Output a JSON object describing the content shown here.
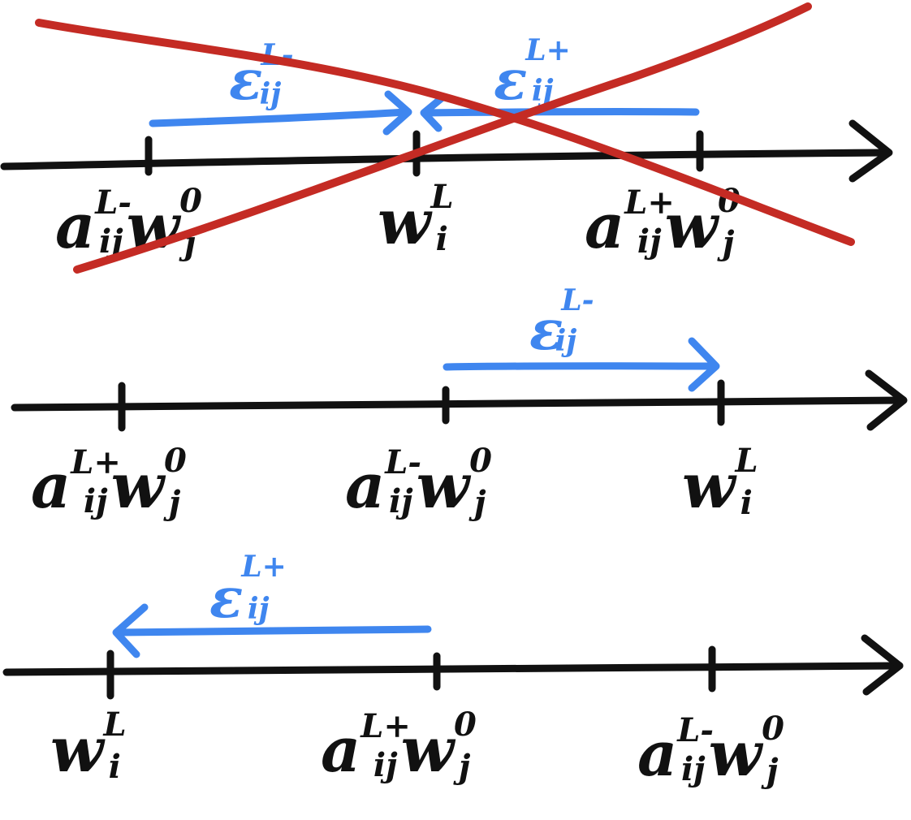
{
  "colors": {
    "axis": "#111111",
    "epsilon": "#3f86ef",
    "cross": "#c42b24",
    "background": "#ffffff"
  },
  "diagram": {
    "panels": [
      {
        "id": "panel-1",
        "crossed_out": true,
        "order": [
          "a_minus_w",
          "w",
          "a_plus_w"
        ],
        "labels": {
          "left": {
            "base": "a",
            "sup": "L-",
            "sub": "ij",
            "base2": "w",
            "sup2": "0",
            "sub2": "j"
          },
          "middle": {
            "base": "w",
            "sup": "L",
            "sub": "i"
          },
          "right": {
            "base": "a",
            "sup": "L+",
            "sub": "ij",
            "base2": "w",
            "sup2": "0",
            "sub2": "j"
          }
        },
        "epsilons": [
          {
            "base": "ε",
            "sup": "L-",
            "sub": "ij",
            "direction": "right"
          },
          {
            "base": "ε",
            "sup": "L+",
            "sub": "ij",
            "direction": "left"
          }
        ]
      },
      {
        "id": "panel-2",
        "crossed_out": false,
        "order": [
          "a_plus_w",
          "a_minus_w",
          "w"
        ],
        "labels": {
          "left": {
            "base": "a",
            "sup": "L+",
            "sub": "ij",
            "base2": "w",
            "sup2": "0",
            "sub2": "j"
          },
          "middle": {
            "base": "a",
            "sup": "L-",
            "sub": "ij",
            "base2": "w",
            "sup2": "0",
            "sub2": "j"
          },
          "right": {
            "base": "w",
            "sup": "L",
            "sub": "i"
          }
        },
        "epsilons": [
          {
            "base": "ε",
            "sup": "L-",
            "sub": "ij",
            "direction": "right"
          }
        ]
      },
      {
        "id": "panel-3",
        "crossed_out": false,
        "order": [
          "w",
          "a_plus_w",
          "a_minus_w"
        ],
        "labels": {
          "left": {
            "base": "w",
            "sup": "L",
            "sub": "i"
          },
          "middle": {
            "base": "a",
            "sup": "L+",
            "sub": "ij",
            "base2": "w",
            "sup2": "0",
            "sub2": "j"
          },
          "right": {
            "base": "a",
            "sup": "L-",
            "sub": "ij",
            "base2": "w",
            "sup2": "0",
            "sub2": "j"
          }
        },
        "epsilons": [
          {
            "base": "ε",
            "sup": "L+",
            "sub": "ij",
            "direction": "left"
          }
        ]
      }
    ]
  }
}
